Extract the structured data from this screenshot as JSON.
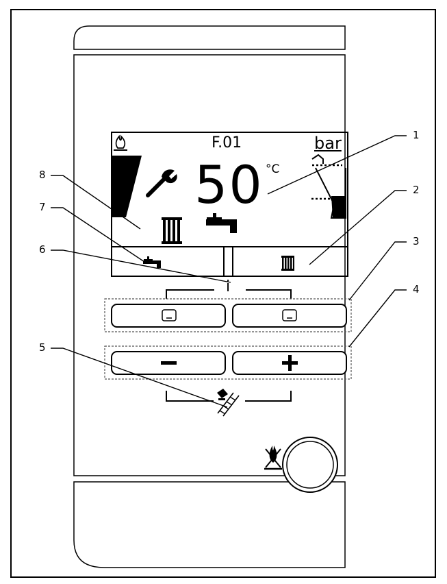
{
  "display": {
    "status_code": "F.01",
    "pressure_unit": "bar",
    "temperature": "50",
    "temperature_unit": "°C",
    "info_symbol": "i"
  },
  "buttons": {
    "minus_label": "−",
    "plus_label": "+"
  },
  "callouts": [
    "1",
    "2",
    "3",
    "4",
    "5",
    "6",
    "7",
    "8"
  ],
  "colors": {
    "line": "#000000",
    "background": "#ffffff",
    "dashed_frame": "#555555"
  },
  "icons": [
    "flame-icon",
    "wrench-icon",
    "radiator-icon",
    "tap-icon",
    "chimney-sweep-icon",
    "warning-flame-icon",
    "softkey-icon"
  ]
}
